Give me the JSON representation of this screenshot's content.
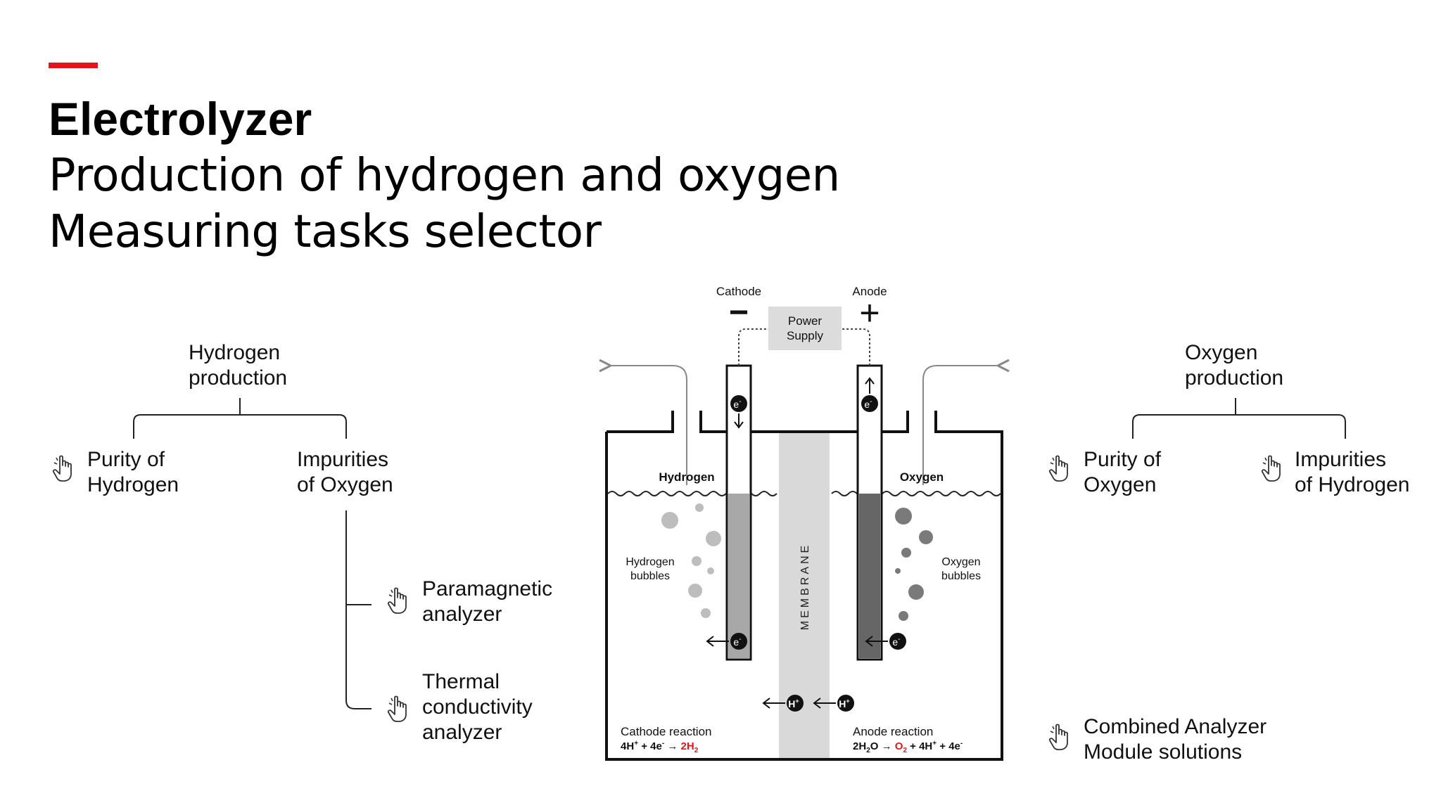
{
  "header": {
    "title": "Electrolyzer",
    "subtitle_line1": "Production of hydrogen and oxygen",
    "subtitle_line2": "Measuring tasks selector",
    "accent_color": "#e3151a"
  },
  "left_tree": {
    "root": {
      "line1": "Hydrogen",
      "line2": "production"
    },
    "purity": {
      "line1": "Purity of",
      "line2": "Hydrogen"
    },
    "impurities": {
      "line1": "Impurities",
      "line2": "of Oxygen"
    },
    "paramagnetic": {
      "line1": "Paramagnetic",
      "line2": "analyzer"
    },
    "thermal": {
      "line1": "Thermal",
      "line2": "conductivity",
      "line3": "analyzer"
    }
  },
  "right_tree": {
    "root": {
      "line1": "Oxygen",
      "line2": "production"
    },
    "purity": {
      "line1": "Purity of",
      "line2": "Oxygen"
    },
    "impurities": {
      "line1": "Impurities",
      "line2": "of Hydrogen"
    },
    "combined": {
      "line1": "Combined Analyzer",
      "line2": "Module solutions"
    }
  },
  "diagram": {
    "cathode_label": "Cathode",
    "anode_label": "Anode",
    "minus_sign": "−",
    "plus_sign": "+",
    "power_supply_line1": "Power",
    "power_supply_line2": "Supply",
    "hydrogen_label": "Hydrogen",
    "oxygen_label": "Oxygen",
    "hydrogen_bubbles_line1": "Hydrogen",
    "hydrogen_bubbles_line2": "bubbles",
    "oxygen_bubbles_line1": "Oxygen",
    "oxygen_bubbles_line2": "bubbles",
    "membrane_label": "MEMBRANE",
    "electron": "e",
    "electron_charge": "-",
    "proton": "H",
    "proton_charge": "+",
    "cathode_reaction_title": "Cathode reaction",
    "cathode_reaction_lhs": "4H",
    "cathode_reaction_lhs_sup": "+",
    "cathode_reaction_mid": " + 4e",
    "cathode_reaction_mid_sup": "-",
    "cathode_reaction_arrow": " → ",
    "cathode_reaction_product": "2H",
    "cathode_reaction_product_sub": "2",
    "anode_reaction_title": "Anode reaction",
    "anode_reaction_lhs": "2H",
    "anode_reaction_lhs_sub": "2",
    "anode_reaction_lhs2": "O",
    "anode_reaction_arrow": " → ",
    "anode_reaction_product": "O",
    "anode_reaction_product_sub": "2",
    "anode_reaction_rest": " + 4H",
    "anode_reaction_rest_sup": "+",
    "anode_reaction_rest2": " + 4e",
    "anode_reaction_rest2_sup": "-",
    "product_color": "#e3151a"
  },
  "icons": {
    "task_icon": "pointing-hand-icon"
  }
}
